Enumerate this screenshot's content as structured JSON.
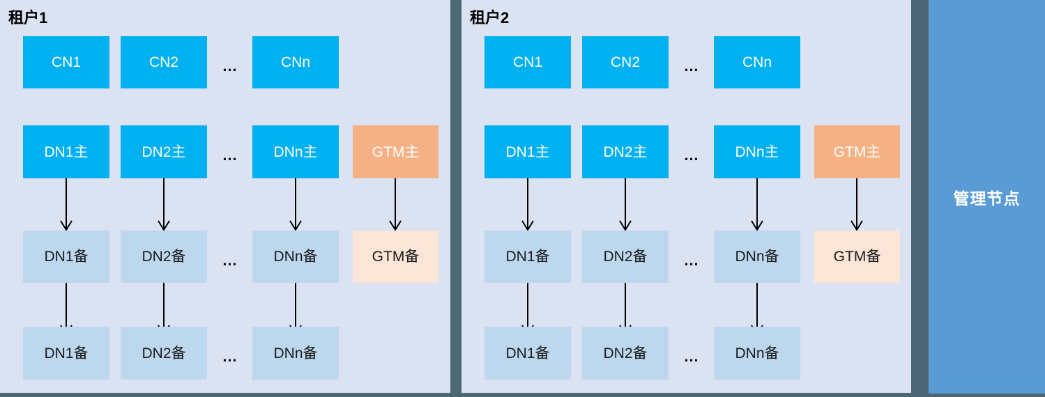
{
  "colors": {
    "page_background": "#4d6673",
    "tenant_panel_background": "#dbe3f3",
    "primary_node_blue": "#00b0f0",
    "gtm_primary_orange": "#f4b183",
    "standby_node_light_blue": "#bdd7ee",
    "gtm_standby_light_peach": "#fbe5d6",
    "management_panel_blue": "#5b9bd5",
    "arrow_black": "#000000"
  },
  "tenants": [
    {
      "title": "租户1",
      "rows": {
        "cn": {
          "items": [
            "CN1",
            "CN2",
            "CNn"
          ],
          "dots": "…"
        },
        "dn_primary": {
          "items": [
            "DN1主",
            "DN2主",
            "DNn主"
          ],
          "dots": "…",
          "gtm": "GTM主"
        },
        "dn_standby1": {
          "items": [
            "DN1备",
            "DN2备",
            "DNn备"
          ],
          "dots": "…",
          "gtm": "GTM备"
        },
        "dn_standby2": {
          "items": [
            "DN1备",
            "DN2备",
            "DNn备"
          ],
          "dots": "…"
        }
      }
    },
    {
      "title": "租户2",
      "rows": {
        "cn": {
          "items": [
            "CN1",
            "CN2",
            "CNn"
          ],
          "dots": "…"
        },
        "dn_primary": {
          "items": [
            "DN1主",
            "DN2主",
            "DNn主"
          ],
          "dots": "…",
          "gtm": "GTM主"
        },
        "dn_standby1": {
          "items": [
            "DN1备",
            "DN2备",
            "DNn备"
          ],
          "dots": "…",
          "gtm": "GTM备"
        },
        "dn_standby2": {
          "items": [
            "DN1备",
            "DN2备",
            "DNn备"
          ],
          "dots": "…"
        }
      }
    }
  ],
  "management": {
    "label": "管理节点"
  }
}
